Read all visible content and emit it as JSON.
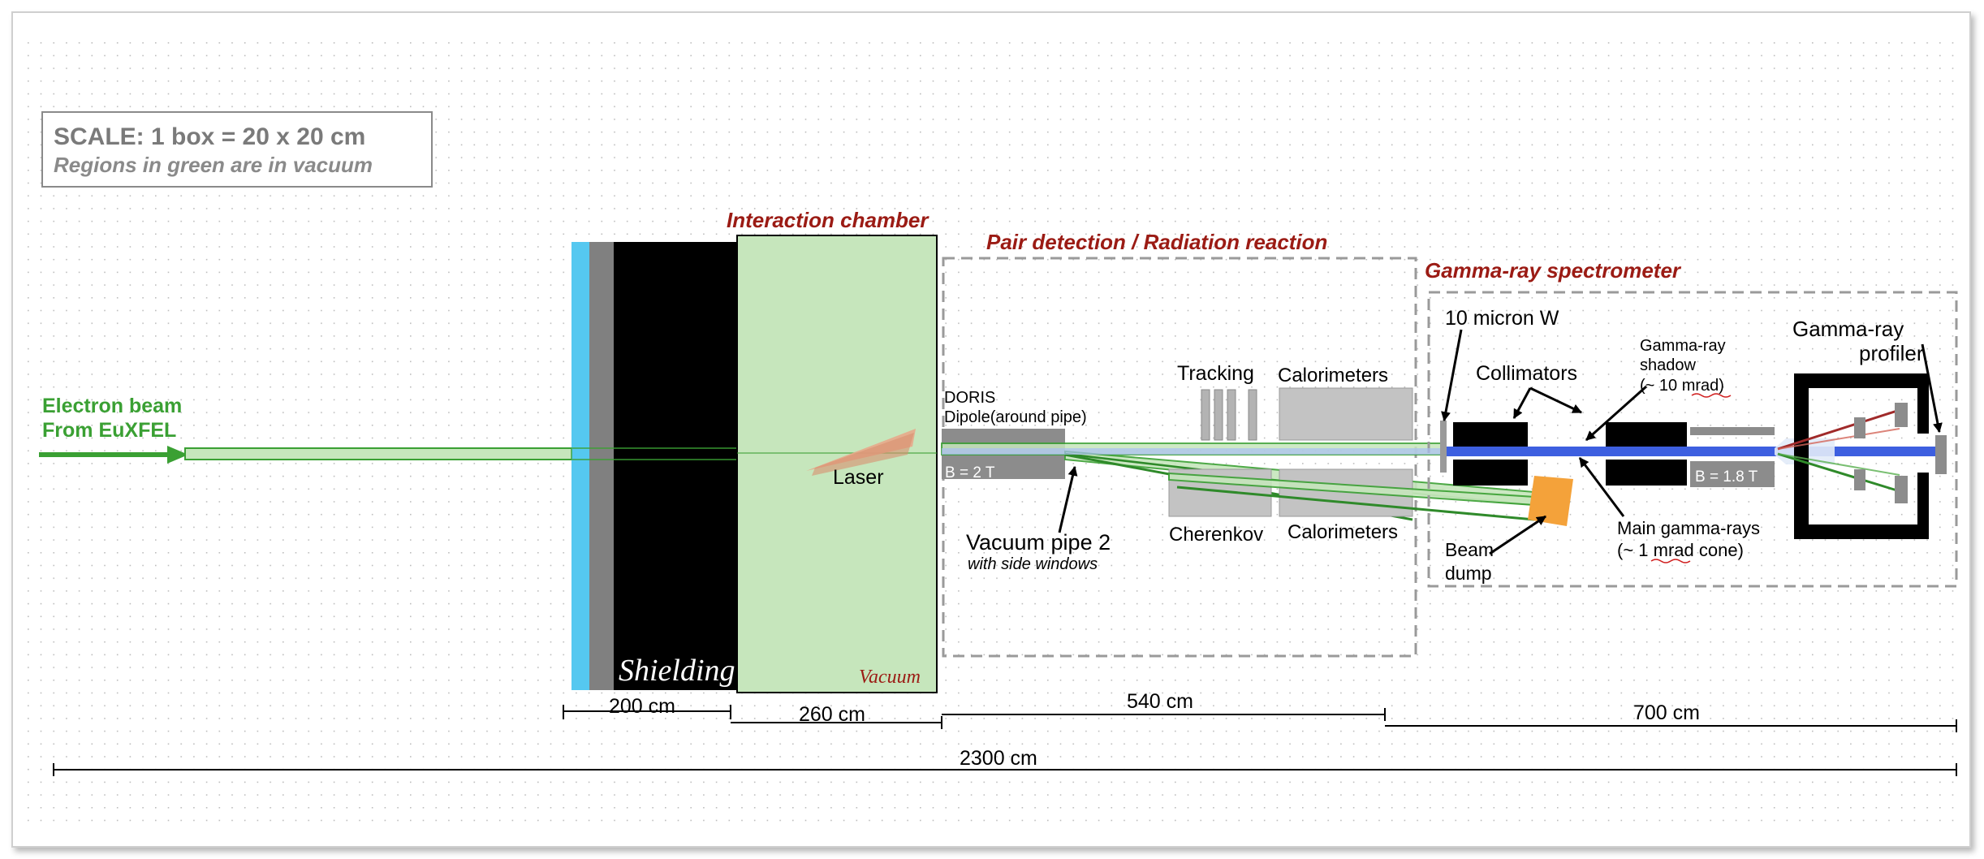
{
  "scale_box": {
    "title": "SCALE: 1 box  = 20 x 20 cm",
    "subtitle": "Regions in green are in vacuum"
  },
  "beam": {
    "line1": "Electron beam",
    "line2": "From EuXFEL"
  },
  "sections": {
    "interaction": "Interaction chamber",
    "pair": "Pair detection / Radiation reaction",
    "gamma": "Gamma-ray  spectrometer"
  },
  "labels": {
    "shielding": "Shielding",
    "vacuum": "Vacuum",
    "laser": "Laser",
    "doris_line1": "DORIS",
    "doris_line2": "Dipole(around pipe)",
    "b_doris": "B = 2 T",
    "tracking": "Tracking",
    "calorimeters_top": "Calorimeters",
    "cherenkov": "Cherenkov",
    "calorimeters_bottom": "Calorimeters",
    "vacuum_pipe": "Vacuum pipe 2",
    "side_windows": "with side windows",
    "tungsten": "10 micron W",
    "collimators": "Collimators",
    "shadow_line1": "Gamma-ray",
    "shadow_line2": "shadow",
    "shadow_line3": "(~ 10 mrad)",
    "b_spectro": "B = 1.8  T",
    "beam_dump_line1": "Beam",
    "beam_dump_line2": "dump",
    "main_gamma_line1": "Main gamma-rays",
    "main_gamma_line2": "(~ 1 mrad cone)",
    "profiler_line1": "Gamma-ray",
    "profiler_line2": "profiler"
  },
  "dimensions": {
    "d200": "200 cm",
    "d260": "260 cm",
    "d540": "540 cm",
    "d700": "700 cm",
    "d2300": "2300 cm"
  },
  "colors": {
    "section_title": "#9b1b14",
    "beam_green": "#3aa033",
    "vacuum_fill": "#c6e6bc",
    "photon_blue": "#3d5fe0",
    "shield_blue": "#55c8f0",
    "beam_dump": "#f4a23a"
  }
}
